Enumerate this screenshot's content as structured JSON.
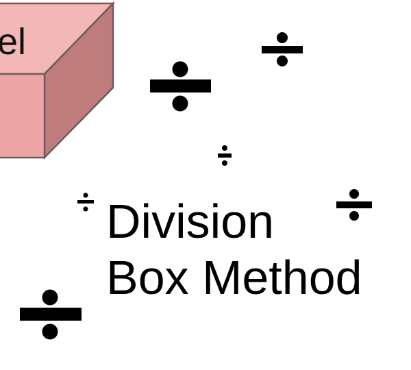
{
  "slide": {
    "box_label": "el",
    "title_line_1": "Division",
    "title_line_2": "Box Method"
  },
  "colors": {
    "box_front": "#EDA4A5",
    "box_top": "#F3B7B7",
    "box_side": "#BF7C7D",
    "box_edge": "#6E5A5A",
    "symbol": "#000000"
  },
  "icons": {
    "decoration": "division-sign-icon"
  }
}
